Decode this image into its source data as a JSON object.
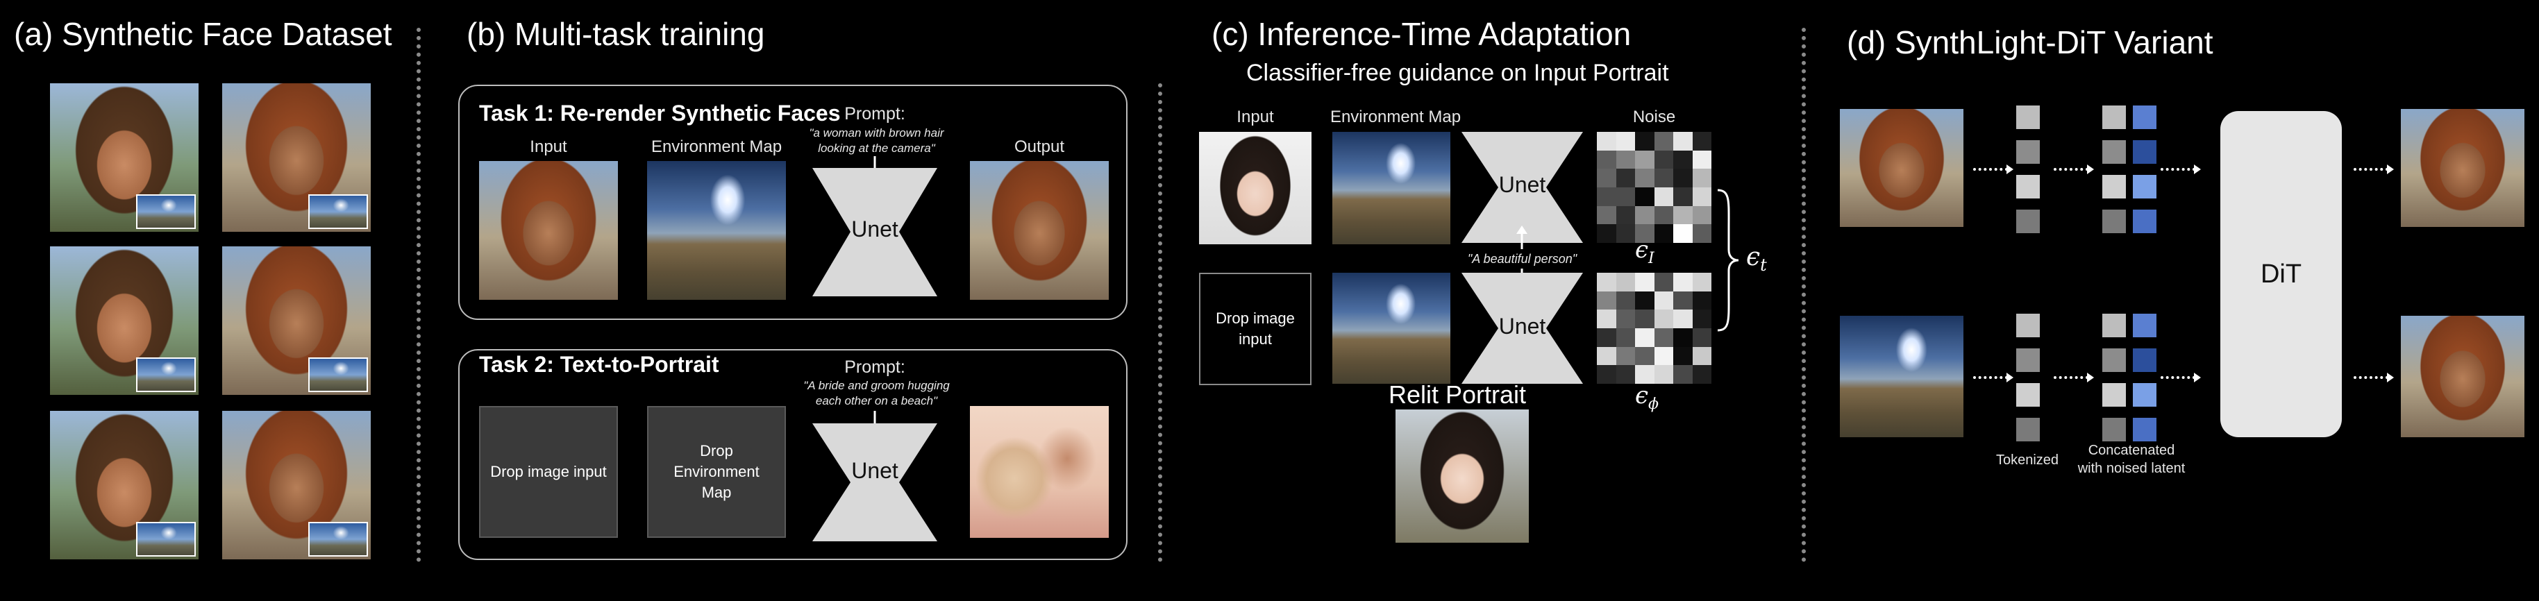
{
  "panel_a": {
    "title": "(a) Synthetic Face Dataset"
  },
  "panel_b": {
    "title": "(b) Multi-task training",
    "task1": {
      "title": "Task 1: Re-render Synthetic Faces",
      "input_label": "Input",
      "env_label": "Environment Map",
      "prompt_label": "Prompt:",
      "prompt_text": "\"a woman with brown hair looking at the camera\"",
      "unet_label": "Unet",
      "output_label": "Output"
    },
    "task2": {
      "title": "Task 2: Text-to-Portrait",
      "drop_image": "Drop image input",
      "drop_env": "Drop Environment Map",
      "prompt_label": "Prompt:",
      "prompt_text": "\"A bride and groom hugging each other on a beach\"",
      "unet_label": "Unet"
    }
  },
  "panel_c": {
    "title": "(c) Inference-Time Adaptation",
    "subtitle": "Classifier-free guidance on Input Portrait",
    "input_label": "Input",
    "env_label": "Environment Map",
    "noise_label": "Noise",
    "unet_top": "Unet",
    "unet_bottom": "Unet",
    "prompt_text": "\"A beautiful person\"",
    "drop_image": "Drop image input",
    "relit_label": "Relit Portrait",
    "eps_I": "ϵ",
    "eps_I_sub": "I",
    "eps_phi": "ϵ",
    "eps_phi_sub": "ϕ",
    "eps_t": "ϵ",
    "eps_t_sub": "t"
  },
  "panel_d": {
    "title": "(d) SynthLight-DiT Variant",
    "dit_label": "DiT",
    "tokenized_label": "Tokenized",
    "concat_label_1": "Concatenated",
    "concat_label_2": "with noised latent"
  },
  "colors": {
    "background": "#000000",
    "panel_border": "#bdbdbd",
    "token_gray": "#9a9a9a",
    "token_blue": "#4a6fc4",
    "dotted_divider": "#8a8a8a"
  }
}
